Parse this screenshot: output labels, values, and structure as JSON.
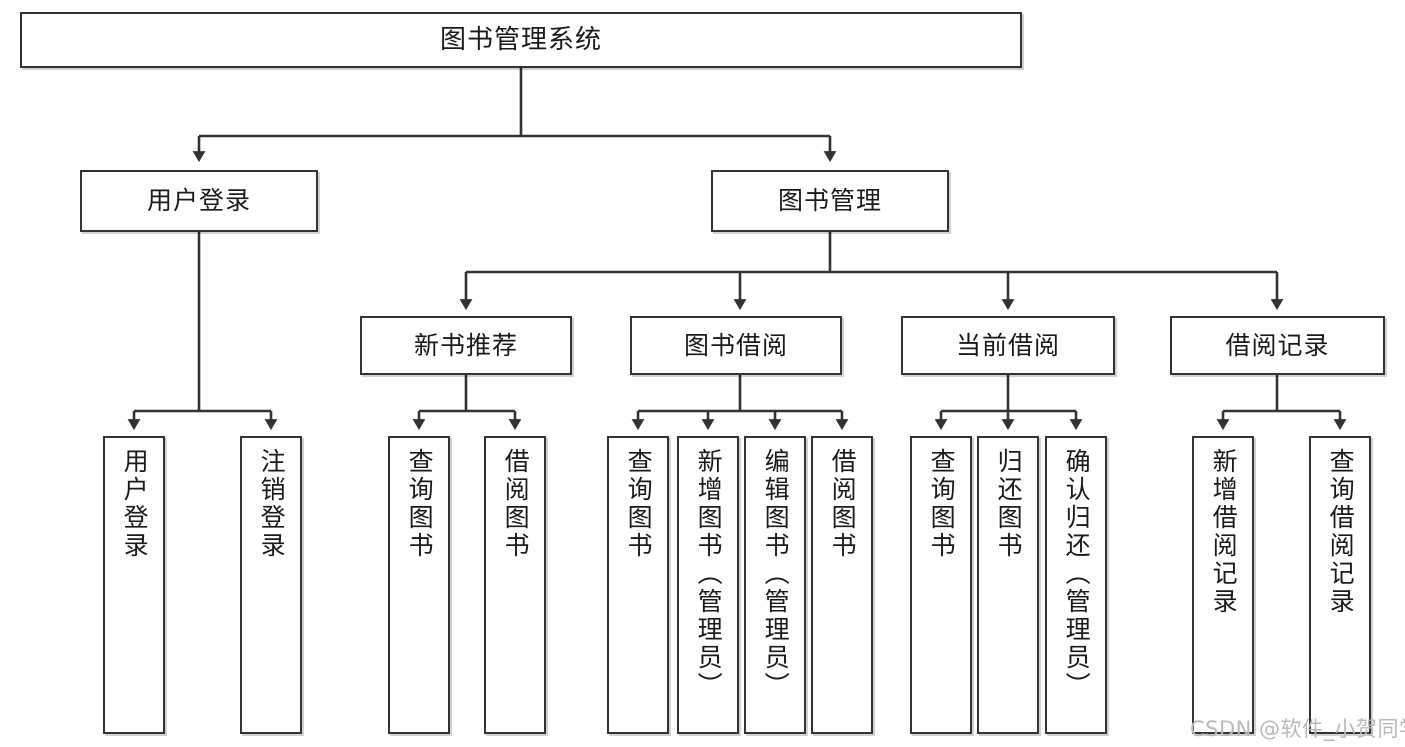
{
  "diagram": {
    "title": "图书管理系统",
    "type": "tree / functional-structure-chart",
    "watermark": "CSDN @软件_小贺同学",
    "colors": {
      "box_border": "#333333",
      "box_fill": "#ffffff",
      "edge": "#333333",
      "background": "#ffffff",
      "watermark": "#b9b9b9"
    },
    "nodes": {
      "root": {
        "label": "图书管理系统"
      },
      "level2": [
        {
          "id": "user-login",
          "label": "用户登录"
        },
        {
          "id": "book-manage",
          "label": "图书管理"
        }
      ],
      "level3": [
        {
          "id": "new-book-recommend",
          "label": "新书推荐"
        },
        {
          "id": "book-borrow",
          "label": "图书借阅"
        },
        {
          "id": "current-borrow",
          "label": "当前借阅"
        },
        {
          "id": "borrow-record",
          "label": "借阅记录"
        }
      ],
      "leaves": {
        "user_login": [
          {
            "id": "leaf-user-login",
            "label": "用户登录"
          },
          {
            "id": "leaf-user-logout",
            "label": "注销登录"
          }
        ],
        "new_book_recommend": [
          {
            "id": "leaf-query-book-1",
            "label": "查询图书"
          },
          {
            "id": "leaf-borrow-book-1",
            "label": "借阅图书"
          }
        ],
        "book_borrow": [
          {
            "id": "leaf-query-book-2",
            "label": "查询图书"
          },
          {
            "id": "leaf-add-book-admin",
            "label": "新增图书（管理员）"
          },
          {
            "id": "leaf-edit-book-admin",
            "label": "编辑图书（管理员）"
          },
          {
            "id": "leaf-borrow-book-2",
            "label": "借阅图书"
          }
        ],
        "current_borrow": [
          {
            "id": "leaf-query-book-3",
            "label": "查询图书"
          },
          {
            "id": "leaf-return-book",
            "label": "归还图书"
          },
          {
            "id": "leaf-confirm-return-admin",
            "label": "确认归还（管理员）"
          }
        ],
        "borrow_record": [
          {
            "id": "leaf-add-borrow-record",
            "label": "新增借阅记录"
          },
          {
            "id": "leaf-query-borrow-record",
            "label": "查询借阅记录"
          }
        ]
      }
    }
  }
}
